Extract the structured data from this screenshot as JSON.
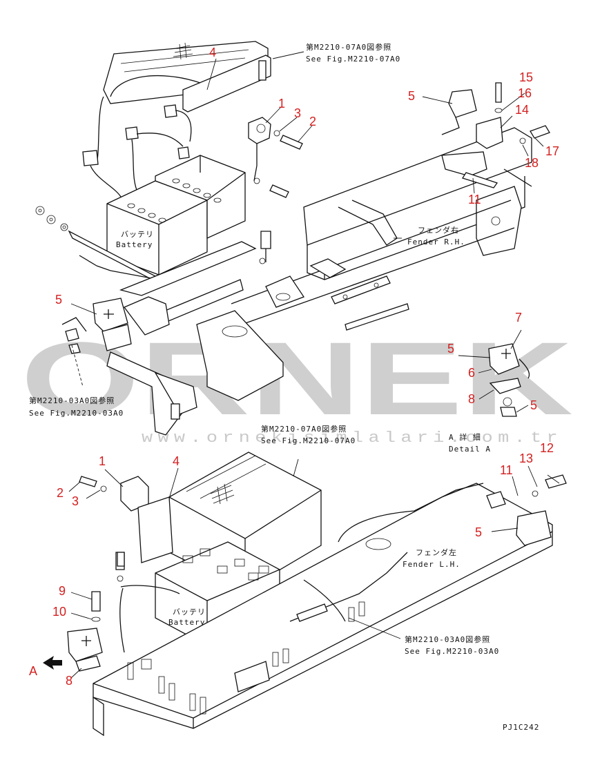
{
  "watermark": {
    "brand": "ORNEK",
    "url": "www.ornekisimlalari.com.tr"
  },
  "drawing_code": "PJ1C242",
  "references": {
    "top_jp": "第M2210-07A0図参照",
    "top_en": "See Fig.M2210-07A0",
    "left_jp": "第M2210-03A0図参照",
    "left_en": "See Fig.M2210-03A0",
    "mid_jp": "第M2210-07A0図参照",
    "mid_en": "See Fig.M2210-07A0",
    "bottom_jp": "第M2210-03A0図参照",
    "bottom_en": "See Fig.M2210-03A0"
  },
  "labels": {
    "battery_top_jp": "バッテリ",
    "battery_top_en": "Battery",
    "battery_bottom_jp": "バッテリ",
    "battery_bottom_en": "Battery",
    "fender_rh_jp": "フェンダ右",
    "fender_rh_en": "Fender R.H.",
    "fender_lh_jp": "フェンダ左",
    "fender_lh_en": "Fender L.H.",
    "detail_jp": "A 詳 細",
    "detail_en": "Detail A",
    "view_a": "A"
  },
  "part_numbers": {
    "n4_top": "4",
    "n1_top": "1",
    "n3_top": "3",
    "n2_top": "2",
    "n5_tr": "5",
    "n15": "15",
    "n16": "16",
    "n14": "14",
    "n17": "17",
    "n18": "18",
    "n11_tr": "11",
    "n5_left": "5",
    "n7": "7",
    "n5_det": "5",
    "n6": "6",
    "n8_det": "8",
    "n5_det2": "5",
    "n1_mid": "1",
    "n4_mid": "4",
    "n2_mid": "2",
    "n3_mid": "3",
    "n13": "13",
    "n12": "12",
    "n11_br": "11",
    "n5_br": "5",
    "n9": "9",
    "n10": "10",
    "n8_bl": "8"
  }
}
